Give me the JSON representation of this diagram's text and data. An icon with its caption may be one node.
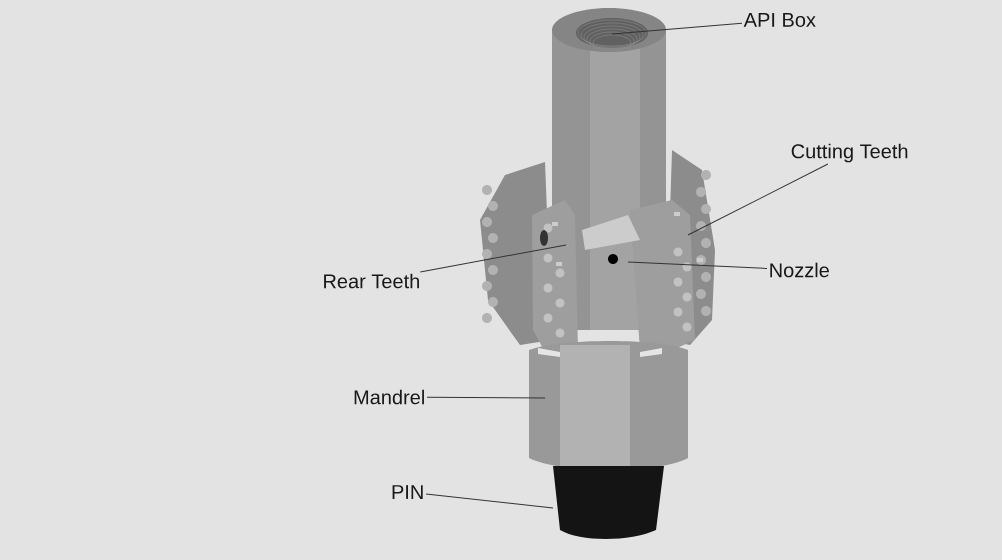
{
  "diagram": {
    "nodes": [
      {
        "text": [
          "API Box"
        ]
      },
      {
        "text": [
          "Cutting Teeth"
        ]
      },
      {
        "text": [
          "Rear Teeth"
        ]
      },
      {
        "text": [
          "Nozzle"
        ]
      },
      {
        "text": [
          "Mandrel"
        ]
      },
      {
        "text": [
          "PIN"
        ]
      }
    ],
    "edges": [
      {
        "from": 0,
        "to": null,
        "arrow": "none"
      },
      {
        "from": 1,
        "to": null,
        "arrow": "none"
      },
      {
        "from": 2,
        "to": null,
        "arrow": "none"
      },
      {
        "from": 3,
        "to": null,
        "arrow": "none"
      },
      {
        "from": 4,
        "to": null,
        "arrow": "none"
      },
      {
        "from": 5,
        "to": null,
        "arrow": "none"
      }
    ]
  }
}
